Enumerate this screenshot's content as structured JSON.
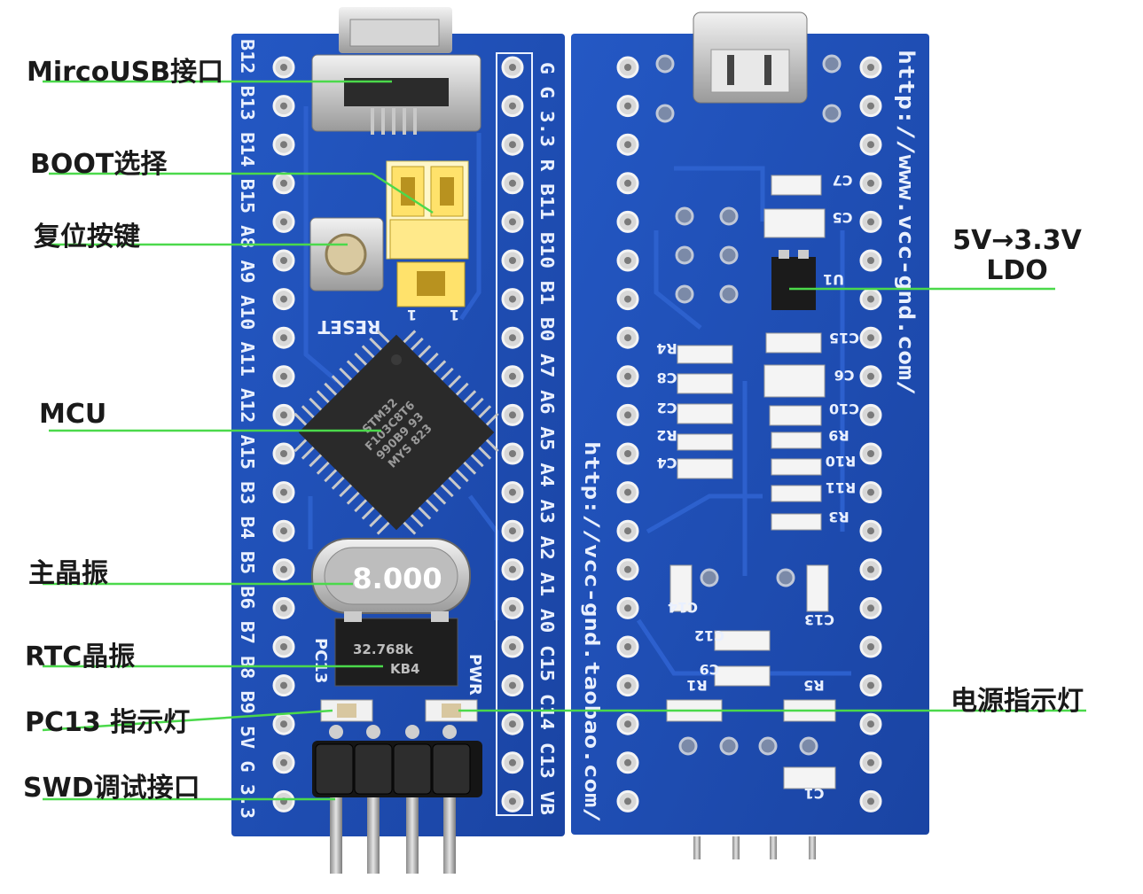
{
  "labels": {
    "usb": "MircoUSB接口",
    "boot": "BOOT选择",
    "reset": "复位按键",
    "mcu": "MCU",
    "crystal": "主晶振",
    "rtc": "RTC晶振",
    "pc13": "PC13 指示灯",
    "swd": "SWD调试接口",
    "ldo_line1": "5V→3.3V",
    "ldo_line2": "LDO",
    "power_led": "电源指示灯"
  },
  "silkscreen": {
    "left_pins": [
      "B12",
      "B13",
      "B14",
      "B15",
      "A8",
      "A9",
      "A10",
      "A11",
      "A12",
      "A15",
      "B3",
      "B4",
      "B5",
      "B6",
      "B7",
      "B8",
      "B9",
      "5V",
      "G",
      "3.3"
    ],
    "right_pins": [
      "G",
      "G",
      "3.3",
      "R",
      "B11",
      "B10",
      "B1",
      "B0",
      "A7",
      "A6",
      "A5",
      "A4",
      "A3",
      "A2",
      "A1",
      "A0",
      "C15",
      "C14",
      "C13",
      "VB"
    ],
    "reset": "RESET",
    "jumper_one_a": "1",
    "jumper_one_b": "1",
    "chip_line1": "STM32",
    "chip_line2": "F103C8T6",
    "chip_line3": "990B9 93",
    "chip_line4": "MYS 823",
    "crystal_value": "8.000",
    "rtc_crystal_value": "32.768k",
    "rtc_crystal_code": "KB4",
    "pc13": "PC13",
    "pwr": "PWR",
    "url_top": "http://www.vcc-gnd.com/",
    "url_bottom": "http://vcc-gnd.taobao.com/",
    "components": [
      "C7",
      "C5",
      "U1",
      "C15",
      "C6",
      "C10",
      "R9",
      "R10",
      "R11",
      "R3",
      "R4",
      "C8",
      "C2",
      "R2",
      "C4",
      "C14",
      "C12",
      "C9",
      "C13",
      "R1",
      "R5",
      "C1"
    ]
  },
  "colors": {
    "pcb_blue": "#1f4fb5",
    "label_line": "#4bd94b",
    "silk": "#e9f0ff",
    "jumper": "#ffe26b"
  }
}
